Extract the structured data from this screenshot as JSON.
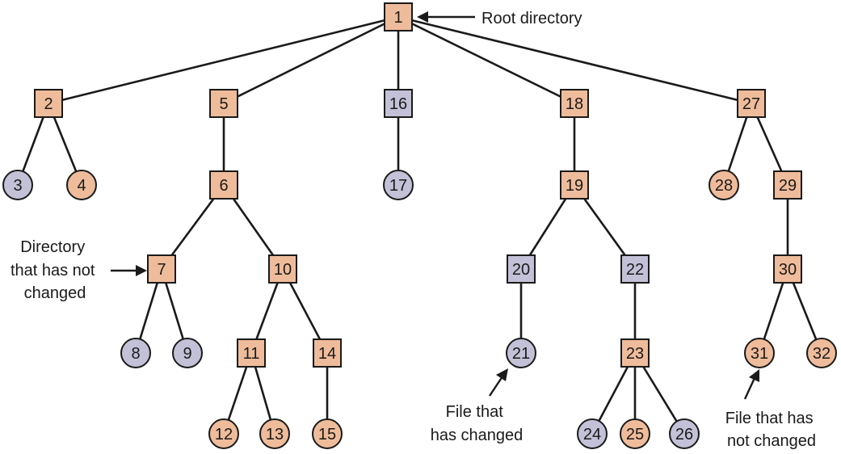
{
  "colors": {
    "unchanged": "#efbc9b",
    "changed": "#c3c1d7",
    "stroke": "#1a1a1a"
  },
  "nodes": [
    {
      "id": "1",
      "kind": "dir",
      "state": "unchanged"
    },
    {
      "id": "2",
      "kind": "dir",
      "state": "unchanged"
    },
    {
      "id": "3",
      "kind": "file",
      "state": "changed"
    },
    {
      "id": "4",
      "kind": "file",
      "state": "unchanged"
    },
    {
      "id": "5",
      "kind": "dir",
      "state": "unchanged"
    },
    {
      "id": "6",
      "kind": "dir",
      "state": "unchanged"
    },
    {
      "id": "7",
      "kind": "dir",
      "state": "unchanged"
    },
    {
      "id": "8",
      "kind": "file",
      "state": "changed"
    },
    {
      "id": "9",
      "kind": "file",
      "state": "changed"
    },
    {
      "id": "10",
      "kind": "dir",
      "state": "unchanged"
    },
    {
      "id": "11",
      "kind": "dir",
      "state": "unchanged"
    },
    {
      "id": "12",
      "kind": "file",
      "state": "unchanged"
    },
    {
      "id": "13",
      "kind": "file",
      "state": "unchanged"
    },
    {
      "id": "14",
      "kind": "dir",
      "state": "unchanged"
    },
    {
      "id": "15",
      "kind": "file",
      "state": "unchanged"
    },
    {
      "id": "16",
      "kind": "dir",
      "state": "changed"
    },
    {
      "id": "17",
      "kind": "file",
      "state": "changed"
    },
    {
      "id": "18",
      "kind": "dir",
      "state": "unchanged"
    },
    {
      "id": "19",
      "kind": "dir",
      "state": "unchanged"
    },
    {
      "id": "20",
      "kind": "dir",
      "state": "changed"
    },
    {
      "id": "21",
      "kind": "file",
      "state": "changed"
    },
    {
      "id": "22",
      "kind": "dir",
      "state": "changed"
    },
    {
      "id": "23",
      "kind": "dir",
      "state": "unchanged"
    },
    {
      "id": "24",
      "kind": "file",
      "state": "changed"
    },
    {
      "id": "25",
      "kind": "file",
      "state": "unchanged"
    },
    {
      "id": "26",
      "kind": "file",
      "state": "changed"
    },
    {
      "id": "27",
      "kind": "dir",
      "state": "unchanged"
    },
    {
      "id": "28",
      "kind": "file",
      "state": "unchanged"
    },
    {
      "id": "29",
      "kind": "dir",
      "state": "unchanged"
    },
    {
      "id": "30",
      "kind": "dir",
      "state": "unchanged"
    },
    {
      "id": "31",
      "kind": "file",
      "state": "unchanged"
    },
    {
      "id": "32",
      "kind": "file",
      "state": "unchanged"
    }
  ],
  "edges": [
    [
      "1",
      "2"
    ],
    [
      "1",
      "5"
    ],
    [
      "1",
      "16"
    ],
    [
      "1",
      "18"
    ],
    [
      "1",
      "27"
    ],
    [
      "2",
      "3"
    ],
    [
      "2",
      "4"
    ],
    [
      "5",
      "6"
    ],
    [
      "6",
      "7"
    ],
    [
      "6",
      "10"
    ],
    [
      "7",
      "8"
    ],
    [
      "7",
      "9"
    ],
    [
      "10",
      "11"
    ],
    [
      "10",
      "14"
    ],
    [
      "11",
      "12"
    ],
    [
      "11",
      "13"
    ],
    [
      "14",
      "15"
    ],
    [
      "16",
      "17"
    ],
    [
      "18",
      "19"
    ],
    [
      "19",
      "20"
    ],
    [
      "19",
      "22"
    ],
    [
      "20",
      "21"
    ],
    [
      "22",
      "23"
    ],
    [
      "23",
      "24"
    ],
    [
      "23",
      "25"
    ],
    [
      "23",
      "26"
    ],
    [
      "27",
      "28"
    ],
    [
      "27",
      "29"
    ],
    [
      "29",
      "30"
    ],
    [
      "30",
      "31"
    ],
    [
      "30",
      "32"
    ]
  ],
  "annotations": {
    "root": {
      "lines": [
        "Root directory"
      ],
      "target": "1"
    },
    "dir_unchanged": {
      "lines": [
        "Directory",
        "that has not",
        "changed"
      ],
      "target": "7"
    },
    "file_changed": {
      "lines": [
        "File that",
        "has changed"
      ],
      "target": "21"
    },
    "file_unchanged": {
      "lines": [
        "File that has",
        "not changed"
      ],
      "target": "31"
    }
  }
}
